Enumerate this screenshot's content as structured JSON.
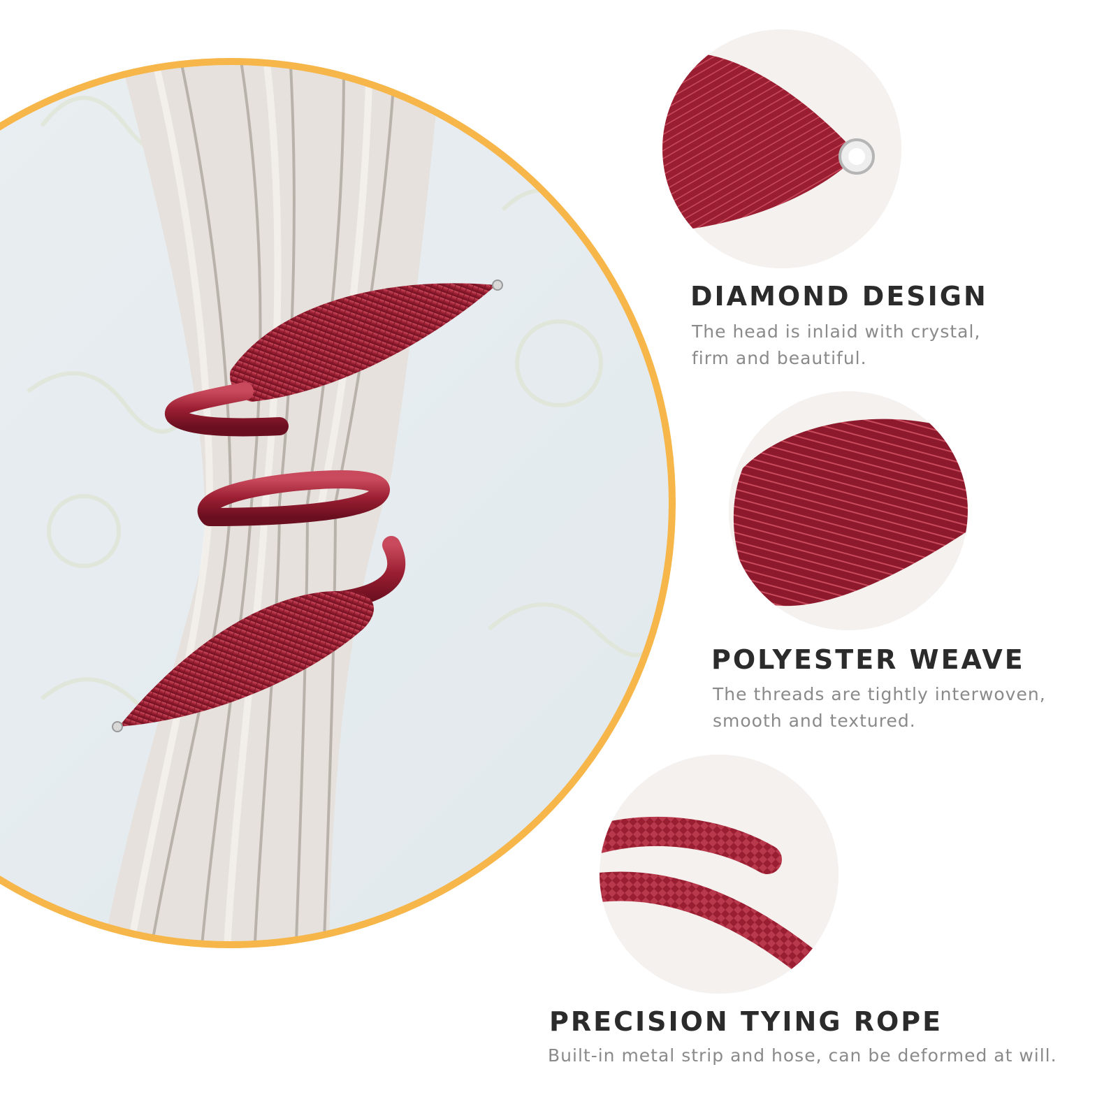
{
  "colors": {
    "ring": "#f6b64a",
    "rope": "#9a1e32",
    "rope_highlight": "#c94a5c",
    "curtain": "#e6e1dc",
    "wall": "#e8eef2"
  },
  "features": [
    {
      "title": "DIAMOND DESIGN",
      "desc_lines": [
        "The head is inlaid with crystal,",
        "firm and beautiful."
      ],
      "icon": "crystal-tip-closeup"
    },
    {
      "title": "POLYESTER WEAVE",
      "desc_lines": [
        "The threads are tightly interwoven,",
        "smooth and textured."
      ],
      "icon": "weave-closeup"
    },
    {
      "title": "PRECISION TYING ROPE",
      "desc_lines": [
        "Built-in metal strip and hose, can be deformed at will."
      ],
      "icon": "rope-closeup"
    }
  ]
}
